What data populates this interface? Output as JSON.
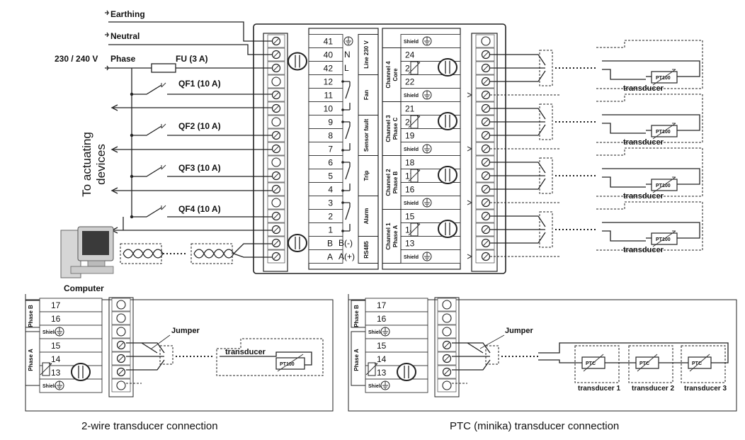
{
  "supply": {
    "earthing": "Earthing",
    "neutral": "Neutral",
    "voltage": "230 / 240 V",
    "phase": "Phase",
    "fuse": "FU (3 A)"
  },
  "breakers": [
    "QF1 (10 A)",
    "QF2 (10 A)",
    "QF3 (10 A)",
    "QF4 (10 A)"
  ],
  "actuating_label": [
    "To actuating",
    "devices"
  ],
  "computer_label": "Computer",
  "left_terminals": [
    "41",
    "40",
    "42",
    "12",
    "11",
    "10",
    "9",
    "8",
    "7",
    "6",
    "5",
    "4",
    "3",
    "2",
    "1",
    "B",
    "A"
  ],
  "left_codes": [
    "N",
    "L",
    "B(-)",
    "A(+)"
  ],
  "left_groups": [
    "Line 230 V",
    "Fan",
    "Sensor fault",
    "Trip",
    "Alarm",
    "RS485"
  ],
  "right_terminals": [
    "Shield",
    "24",
    "23",
    "22",
    "Shield",
    "21",
    "20",
    "19",
    "Shield",
    "18",
    "17",
    "16",
    "Shield",
    "15",
    "14",
    "13",
    "Shield"
  ],
  "channels": [
    {
      "line1": "Channel 4",
      "line2": "Core"
    },
    {
      "line1": "Channel 3",
      "line2": "Phase C"
    },
    {
      "line1": "Channel 2",
      "line2": "Phase B"
    },
    {
      "line1": "Channel 1",
      "line2": "Phase A"
    }
  ],
  "sensor": {
    "pt100": "PT100",
    "transducer": "transducer",
    "ptc": "PTC",
    "jumper": "Jumper"
  },
  "inset1": {
    "caption": "2-wire transducer connection",
    "rows": [
      "17",
      "16",
      "Shield",
      "15",
      "14",
      "13",
      "Shield"
    ],
    "phaseB": "Phase B",
    "phaseA": "Phase A"
  },
  "inset2": {
    "caption": "PTC (minika) transducer connection",
    "rows": [
      "17",
      "16",
      "Shield",
      "15",
      "14",
      "13",
      "Shield"
    ],
    "transducers": [
      "transducer 1",
      "transducer 2",
      "transducer 3"
    ]
  }
}
